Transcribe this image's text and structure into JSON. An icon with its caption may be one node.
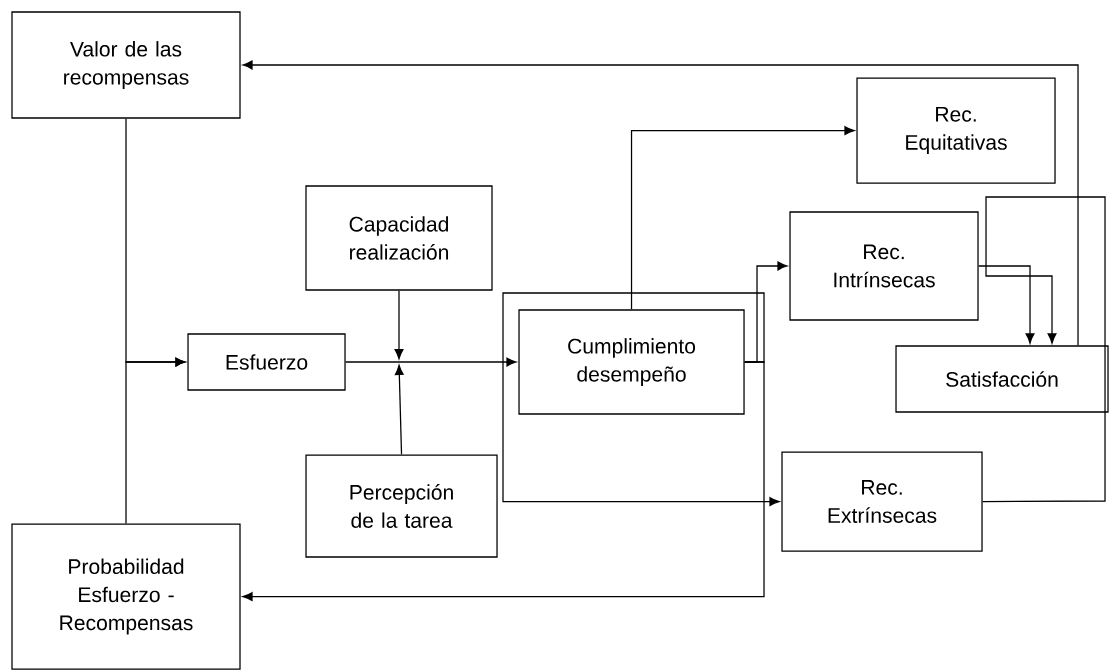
{
  "diagram": {
    "nodes": [
      {
        "text": [
          "Valor de las recompensas"
        ]
      },
      {
        "text": [
          "Capacidad realización"
        ]
      },
      {
        "text": [
          "Esfuerzo"
        ]
      },
      {
        "text": [
          "Cumplimiento desempeño"
        ]
      },
      {
        "text": [
          "Rec. Equitativas"
        ]
      },
      {
        "text": [
          "Rec. Intrínsecas"
        ]
      },
      {
        "text": [
          "Satisfacción"
        ]
      },
      {
        "text": [
          "Percepción de la tarea"
        ]
      },
      {
        "text": [
          "Rec. Extrínsecas"
        ]
      },
      {
        "text": [
          "Probabilidad Esfuerzo - Recompensas"
        ]
      }
    ],
    "edges": [
      {
        "from": 0,
        "to": 2,
        "arrow": "to"
      },
      {
        "from": 9,
        "to": 2,
        "arrow": "to"
      },
      {
        "from": 2,
        "to": 3,
        "arrow": "to"
      },
      {
        "from": 1,
        "to": null,
        "arrow": "to"
      },
      {
        "from": 7,
        "to": null,
        "arrow": "to"
      },
      {
        "from": 3,
        "to": 4,
        "arrow": "to"
      },
      {
        "from": 3,
        "to": 5,
        "arrow": "to"
      },
      {
        "from": 3,
        "to": 8,
        "arrow": "to"
      },
      {
        "from": 3,
        "to": 9,
        "arrow": "to"
      },
      {
        "from": 5,
        "to": 6,
        "arrow": "to"
      },
      {
        "from": 8,
        "to": 6,
        "arrow": "to"
      },
      {
        "from": 6,
        "to": 0,
        "arrow": "to"
      }
    ]
  }
}
